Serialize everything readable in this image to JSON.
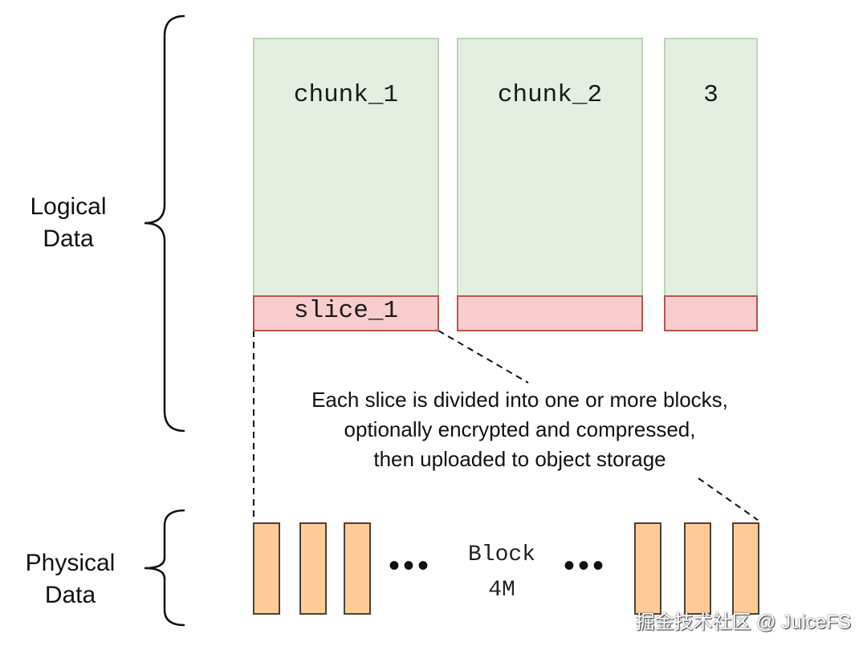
{
  "labels": {
    "logical": [
      "Logical",
      "Data"
    ],
    "physical": [
      "Physical",
      "Data"
    ]
  },
  "chunks": [
    {
      "label": "chunk_1",
      "slice_label": "slice_1"
    },
    {
      "label": "chunk_2",
      "slice_label": ""
    },
    {
      "label": "3",
      "slice_label": ""
    }
  ],
  "description": [
    "Each slice is divided into one or more blocks,",
    "optionally encrypted and compressed,",
    "then uploaded to object storage"
  ],
  "block": {
    "label_line1": "Block",
    "label_line2": "4M",
    "ellipsis": "•••"
  },
  "blocks_left_count": 3,
  "blocks_right_count": 3,
  "watermark": "掘金技术社区 @ JuiceFS",
  "colors": {
    "chunk_fill": "#e4efe2",
    "chunk_border": "#bcd6b5",
    "slice_fill": "#f7cdcd",
    "slice_border": "#b85450",
    "block_fill": "#ffcc99",
    "block_border": "#4a4237"
  }
}
